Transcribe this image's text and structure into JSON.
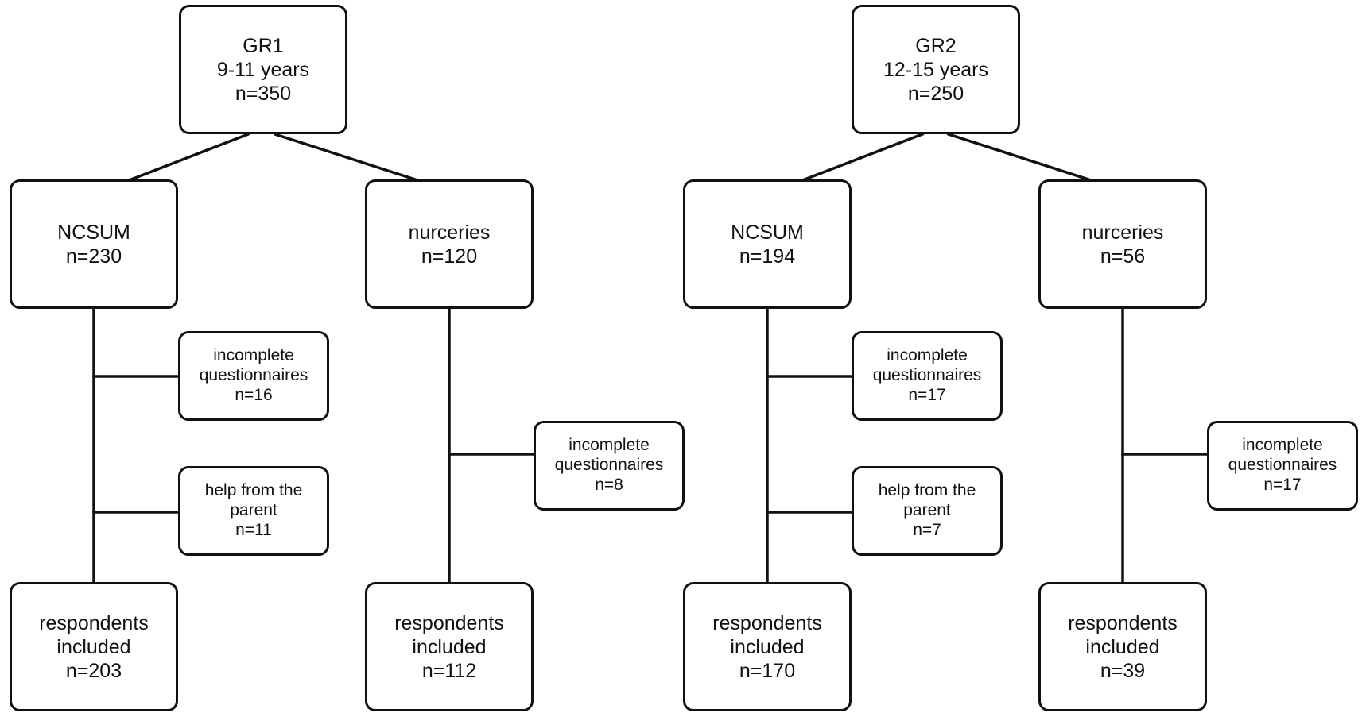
{
  "diagrams": [
    {
      "root": {
        "lines": [
          "GR1",
          "9-11 years",
          "n=350"
        ]
      },
      "branches": [
        {
          "node": {
            "lines": [
              "NCSUM",
              "n=230"
            ]
          },
          "exclusions": [
            {
              "lines": [
                "incomplete",
                "questionnaires",
                "n=16"
              ]
            },
            {
              "lines": [
                "help from the",
                "parent",
                "n=11"
              ]
            }
          ],
          "final": {
            "lines": [
              "respondents",
              "included",
              "n=203"
            ]
          }
        },
        {
          "node": {
            "lines": [
              "nurceries",
              "n=120"
            ]
          },
          "exclusions": [
            {
              "lines": [
                "incomplete",
                "questionnaires",
                "n=8"
              ]
            }
          ],
          "final": {
            "lines": [
              "respondents",
              "included",
              "n=112"
            ]
          }
        }
      ]
    },
    {
      "root": {
        "lines": [
          "GR2",
          "12-15 years",
          "n=250"
        ]
      },
      "branches": [
        {
          "node": {
            "lines": [
              "NCSUM",
              "n=194"
            ]
          },
          "exclusions": [
            {
              "lines": [
                "incomplete",
                "questionnaires",
                "n=17"
              ]
            },
            {
              "lines": [
                "help from the",
                "parent",
                "n=7"
              ]
            }
          ],
          "final": {
            "lines": [
              "respondents",
              "included",
              "n=170"
            ]
          }
        },
        {
          "node": {
            "lines": [
              "nurceries",
              "n=56"
            ]
          },
          "exclusions": [
            {
              "lines": [
                "incomplete",
                "questionnaires",
                "n=17"
              ]
            }
          ],
          "final": {
            "lines": [
              "respondents",
              "included",
              "n=39"
            ]
          }
        }
      ]
    }
  ]
}
